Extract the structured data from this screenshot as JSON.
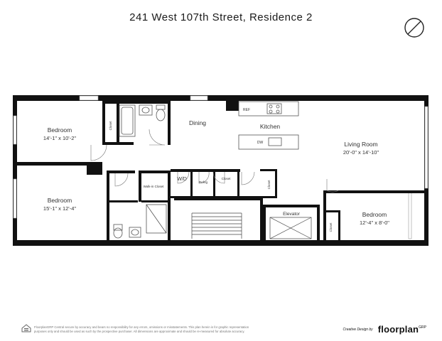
{
  "title": "241 West 107th Street, Residence 2",
  "rooms": {
    "bedroom1": {
      "name": "Bedroom",
      "dims": "14'-1\" x 10'-2\""
    },
    "bedroom2": {
      "name": "Bedroom",
      "dims": "15'-1\" x 12'-4\""
    },
    "bedroom3": {
      "name": "Bedroom",
      "dims": "12'-4\" x 8'-0\""
    },
    "living": {
      "name": "Living Room",
      "dims": "20'-0\" x 14'-10\""
    },
    "dining": {
      "name": "Dining"
    },
    "kitchen": {
      "name": "Kitchen"
    },
    "elevator": {
      "name": "Elevator"
    }
  },
  "labels": {
    "closet": "Closet",
    "walkin": "Walk-in Closet",
    "wd": "W/D",
    "refrig": "Refrig",
    "ref": "REF",
    "dw": "DW"
  },
  "footer": {
    "disclaimer": "FloorplanGRP Central secure by accuracy and bears no responsibility for any errors, omissions or misstatements. This plan herein is for graphic representation purposes only and should be used as such by the prospective purchaser. All dimensions are approximate and should be re-measured for absolute accuracy.",
    "credit_small": "Creative Design by",
    "credit_brand": "floorplan",
    "credit_sup": "GRP"
  },
  "icons": {
    "compass": "north-arrow-icon",
    "equal_housing": "equal-housing-icon"
  }
}
